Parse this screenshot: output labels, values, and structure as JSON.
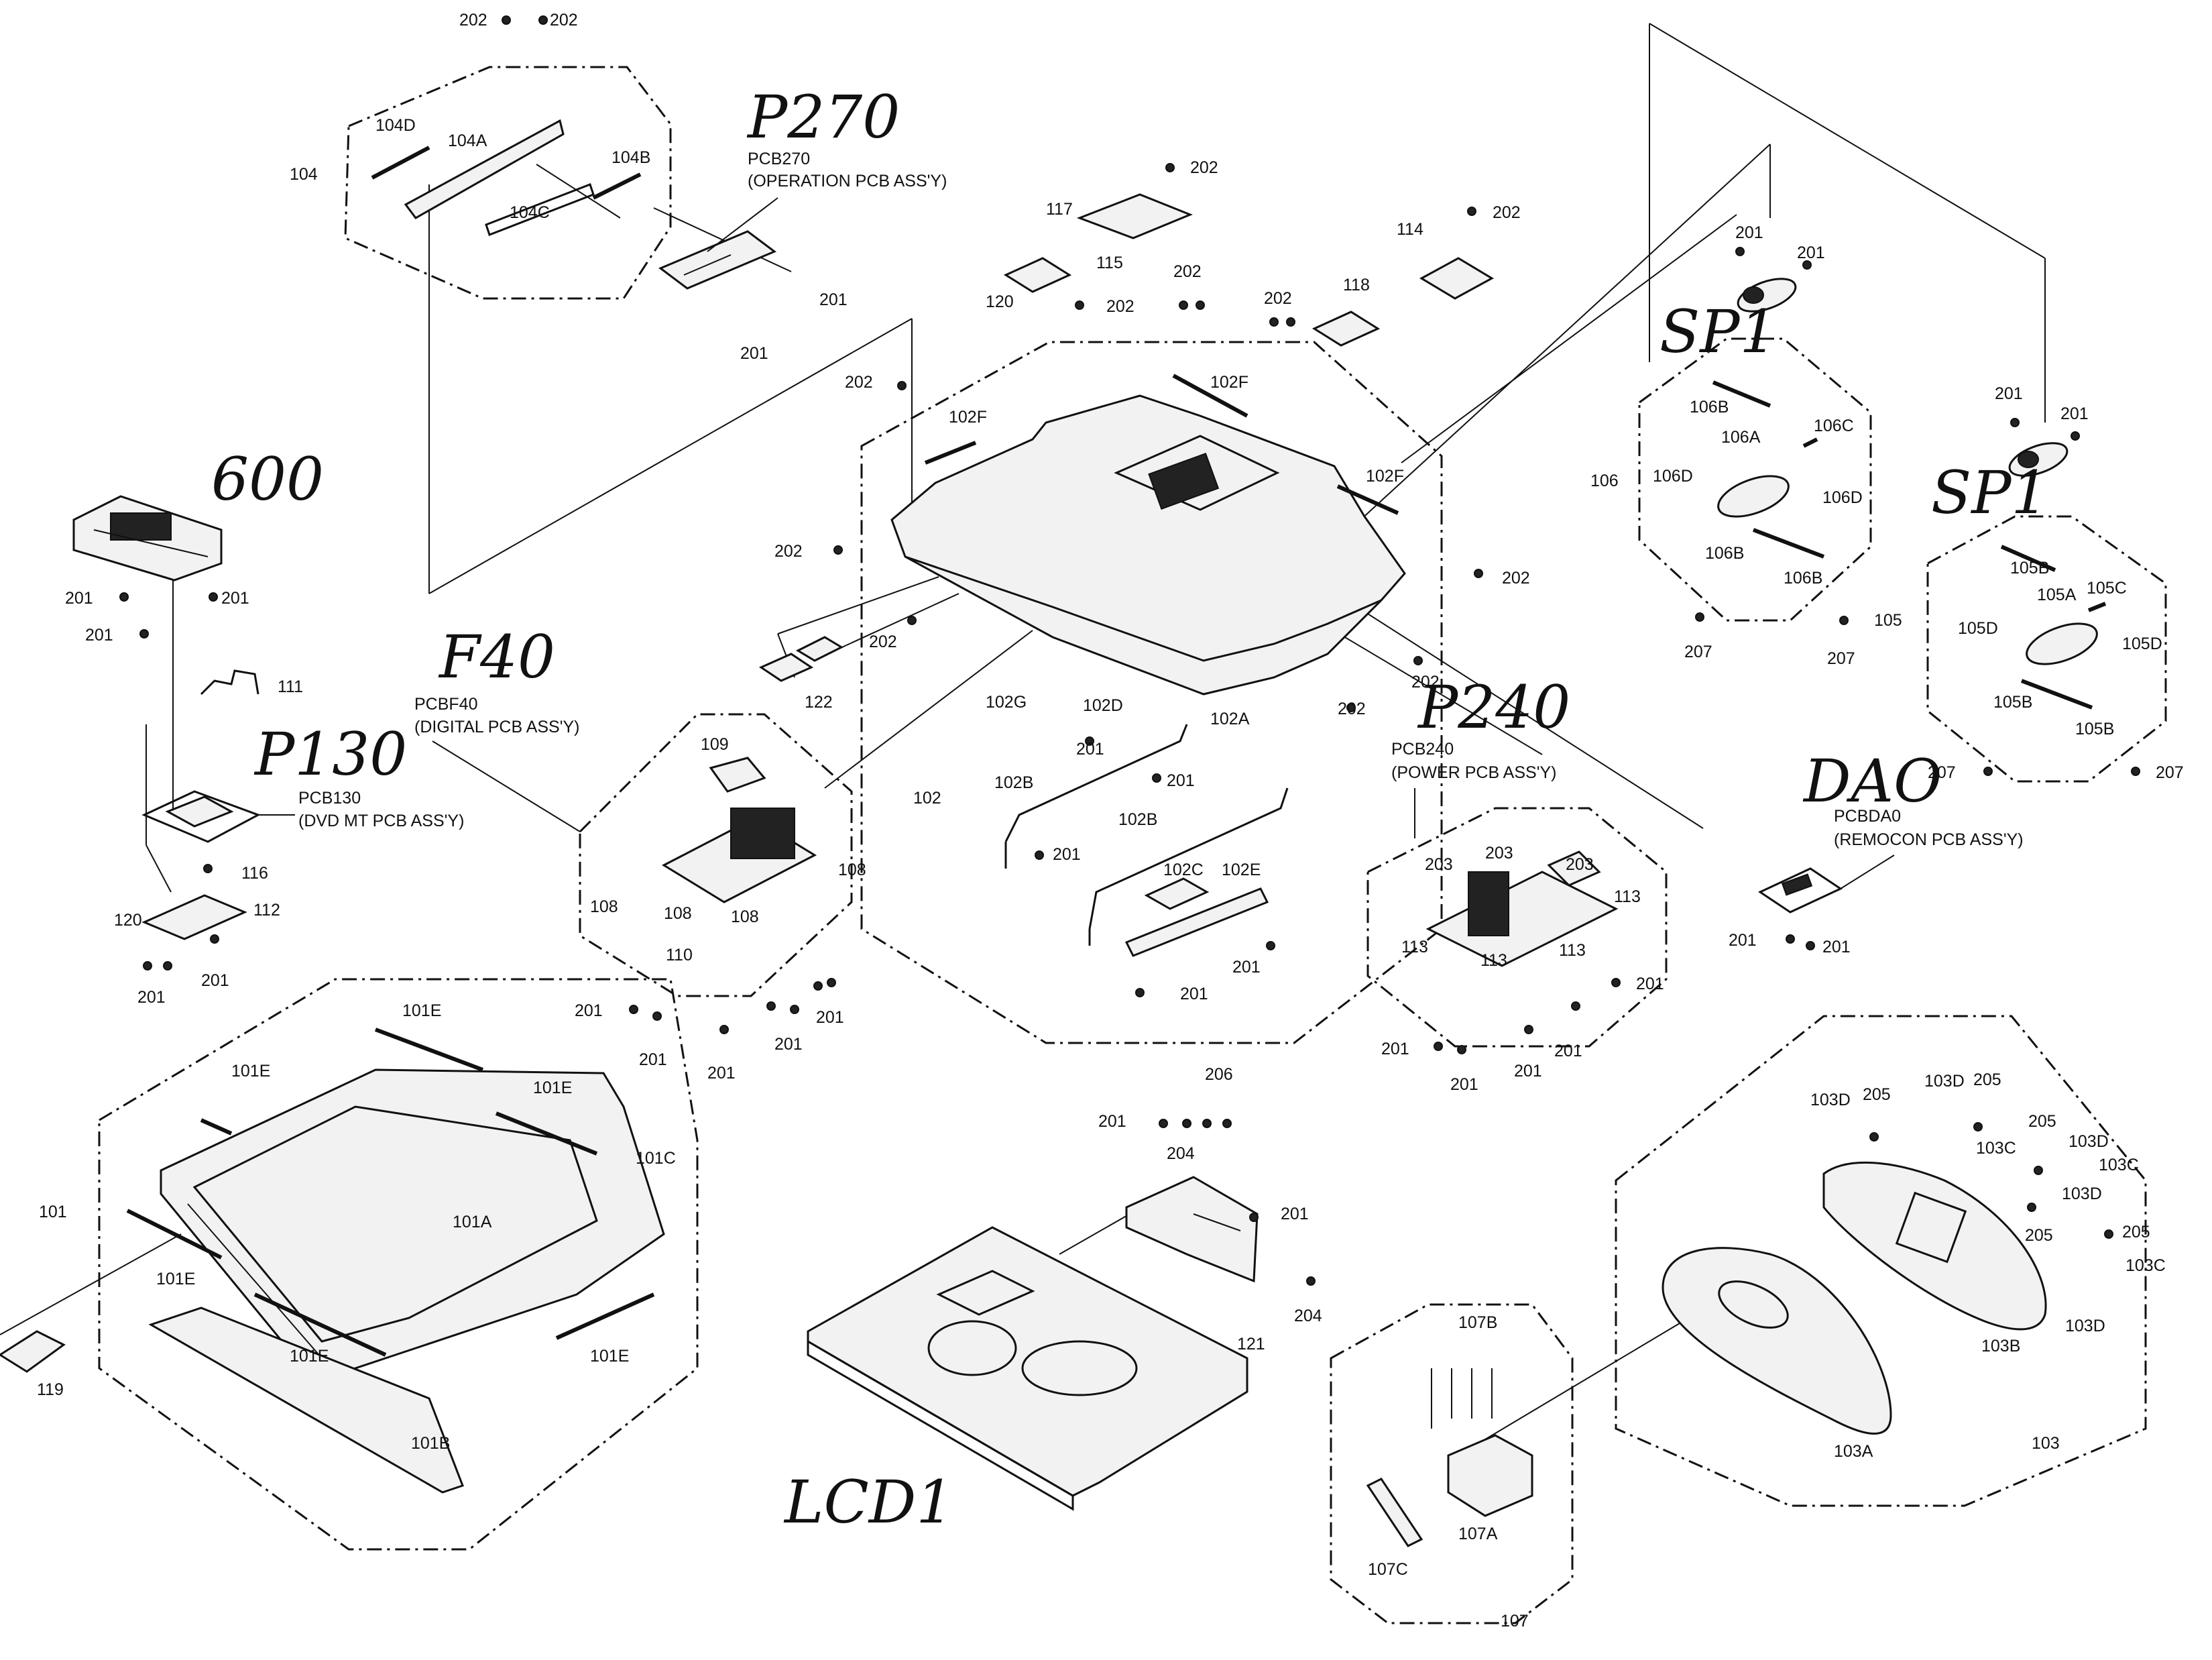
{
  "assembly_titles": {
    "p270": "P270",
    "f40": "F40",
    "p130": "P130",
    "p240": "P240",
    "dao": "DAO",
    "lcd1": "LCD1",
    "sp1_left": "SP1",
    "sp1_right": "SP1",
    "unit_600": "600"
  },
  "pcb_labels": {
    "pcb270": [
      "PCB270",
      "(OPERATION PCB ASS'Y)"
    ],
    "pcbf40": [
      "PCBF40",
      "(DIGITAL PCB ASS'Y)"
    ],
    "pcb130": [
      "PCB130",
      "(DVD MT PCB ASS'Y)"
    ],
    "pcb240": [
      "PCB240",
      "(POWER PCB ASS'Y)"
    ],
    "pcbda0": [
      "PCBDA0",
      "(REMOCON PCB ASS'Y)"
    ]
  },
  "callouts": [
    {
      "id": "c1",
      "text": "202"
    },
    {
      "id": "c2",
      "text": "202"
    },
    {
      "id": "c3",
      "text": "104D"
    },
    {
      "id": "c4",
      "text": "104A"
    },
    {
      "id": "c5",
      "text": "104"
    },
    {
      "id": "c6",
      "text": "104B"
    },
    {
      "id": "c7",
      "text": "104C"
    },
    {
      "id": "c8",
      "text": "201"
    },
    {
      "id": "c9",
      "text": "201"
    },
    {
      "id": "c10",
      "text": "201"
    },
    {
      "id": "c11",
      "text": "201"
    },
    {
      "id": "c12",
      "text": "201"
    },
    {
      "id": "c13",
      "text": "111"
    },
    {
      "id": "c14",
      "text": "116"
    },
    {
      "id": "c15",
      "text": "120"
    },
    {
      "id": "c16",
      "text": "112"
    },
    {
      "id": "c17",
      "text": "201"
    },
    {
      "id": "c18",
      "text": "201"
    },
    {
      "id": "c19",
      "text": "109"
    },
    {
      "id": "c20",
      "text": "108"
    },
    {
      "id": "c21",
      "text": "108"
    },
    {
      "id": "c22",
      "text": "108"
    },
    {
      "id": "c23",
      "text": "108"
    },
    {
      "id": "c24",
      "text": "110"
    },
    {
      "id": "c25",
      "text": "201"
    },
    {
      "id": "c26",
      "text": "201"
    },
    {
      "id": "c27",
      "text": "201"
    },
    {
      "id": "c28",
      "text": "201"
    },
    {
      "id": "c29",
      "text": "201"
    },
    {
      "id": "c30",
      "text": "117"
    },
    {
      "id": "c31",
      "text": "115"
    },
    {
      "id": "c32",
      "text": "202"
    },
    {
      "id": "c33",
      "text": "120"
    },
    {
      "id": "c34",
      "text": "202"
    },
    {
      "id": "c35",
      "text": "202"
    },
    {
      "id": "c36",
      "text": "202"
    },
    {
      "id": "c37",
      "text": "114"
    },
    {
      "id": "c38",
      "text": "202"
    },
    {
      "id": "c39",
      "text": "118"
    },
    {
      "id": "c40",
      "text": "202"
    },
    {
      "id": "c41",
      "text": "102F"
    },
    {
      "id": "c42",
      "text": "102F"
    },
    {
      "id": "c43",
      "text": "102F"
    },
    {
      "id": "c44",
      "text": "202"
    },
    {
      "id": "c45",
      "text": "202"
    },
    {
      "id": "c46",
      "text": "122"
    },
    {
      "id": "c47",
      "text": "102G"
    },
    {
      "id": "c48",
      "text": "102D"
    },
    {
      "id": "c49",
      "text": "201"
    },
    {
      "id": "c50",
      "text": "202"
    },
    {
      "id": "c51",
      "text": "102A"
    },
    {
      "id": "c52",
      "text": "202"
    },
    {
      "id": "c53",
      "text": "202"
    },
    {
      "id": "c54",
      "text": "102"
    },
    {
      "id": "c55",
      "text": "102B"
    },
    {
      "id": "c56",
      "text": "201"
    },
    {
      "id": "c57",
      "text": "201"
    },
    {
      "id": "c58",
      "text": "102B"
    },
    {
      "id": "c59",
      "text": "102C"
    },
    {
      "id": "c60",
      "text": "102E"
    },
    {
      "id": "c61",
      "text": "201"
    },
    {
      "id": "c62",
      "text": "201"
    },
    {
      "id": "c63",
      "text": "201"
    },
    {
      "id": "c64",
      "text": "201"
    },
    {
      "id": "c65",
      "text": "106B"
    },
    {
      "id": "c66",
      "text": "106A"
    },
    {
      "id": "c67",
      "text": "106C"
    },
    {
      "id": "c68",
      "text": "106"
    },
    {
      "id": "c69",
      "text": "106D"
    },
    {
      "id": "c70",
      "text": "106D"
    },
    {
      "id": "c71",
      "text": "106B"
    },
    {
      "id": "c72",
      "text": "106B"
    },
    {
      "id": "c73",
      "text": "207"
    },
    {
      "id": "c74",
      "text": "207"
    },
    {
      "id": "c75",
      "text": "201"
    },
    {
      "id": "c76",
      "text": "201"
    },
    {
      "id": "c77",
      "text": "105B"
    },
    {
      "id": "c78",
      "text": "105A"
    },
    {
      "id": "c79",
      "text": "105C"
    },
    {
      "id": "c80",
      "text": "105"
    },
    {
      "id": "c81",
      "text": "105D"
    },
    {
      "id": "c82",
      "text": "105D"
    },
    {
      "id": "c83",
      "text": "105B"
    },
    {
      "id": "c84",
      "text": "105B"
    },
    {
      "id": "c85",
      "text": "207"
    },
    {
      "id": "c86",
      "text": "207"
    },
    {
      "id": "c87",
      "text": "203"
    },
    {
      "id": "c88",
      "text": "203"
    },
    {
      "id": "c89",
      "text": "203"
    },
    {
      "id": "c90",
      "text": "113"
    },
    {
      "id": "c91",
      "text": "113"
    },
    {
      "id": "c92",
      "text": "113"
    },
    {
      "id": "c93",
      "text": "113"
    },
    {
      "id": "c94",
      "text": "201"
    },
    {
      "id": "c95",
      "text": "201"
    },
    {
      "id": "c96",
      "text": "201"
    },
    {
      "id": "c97",
      "text": "201"
    },
    {
      "id": "c98",
      "text": "201"
    },
    {
      "id": "c99",
      "text": "201"
    },
    {
      "id": "c100",
      "text": "201"
    },
    {
      "id": "c101",
      "text": "101E"
    },
    {
      "id": "c102",
      "text": "101E"
    },
    {
      "id": "c103",
      "text": "101E"
    },
    {
      "id": "c104",
      "text": "101C"
    },
    {
      "id": "c105",
      "text": "101"
    },
    {
      "id": "c106",
      "text": "101A"
    },
    {
      "id": "c107",
      "text": "101E"
    },
    {
      "id": "c108",
      "text": "101E"
    },
    {
      "id": "c109",
      "text": "101E"
    },
    {
      "id": "c110",
      "text": "101B"
    },
    {
      "id": "c111",
      "text": "119"
    },
    {
      "id": "c112",
      "text": "206"
    },
    {
      "id": "c113",
      "text": "201"
    },
    {
      "id": "c114",
      "text": "204"
    },
    {
      "id": "c115",
      "text": "201"
    },
    {
      "id": "c116",
      "text": "204"
    },
    {
      "id": "c117",
      "text": "121"
    },
    {
      "id": "c118",
      "text": "107B"
    },
    {
      "id": "c119",
      "text": "107A"
    },
    {
      "id": "c120",
      "text": "107C"
    },
    {
      "id": "c121",
      "text": "107"
    },
    {
      "id": "c122",
      "text": "103D"
    },
    {
      "id": "c123",
      "text": "205"
    },
    {
      "id": "c124",
      "text": "103D"
    },
    {
      "id": "c125",
      "text": "205"
    },
    {
      "id": "c126",
      "text": "205"
    },
    {
      "id": "c127",
      "text": "103C"
    },
    {
      "id": "c128",
      "text": "103D"
    },
    {
      "id": "c129",
      "text": "103C"
    },
    {
      "id": "c130",
      "text": "103D"
    },
    {
      "id": "c131",
      "text": "205"
    },
    {
      "id": "c132",
      "text": "205"
    },
    {
      "id": "c133",
      "text": "103C"
    },
    {
      "id": "c134",
      "text": "103D"
    },
    {
      "id": "c135",
      "text": "103B"
    },
    {
      "id": "c136",
      "text": "103A"
    },
    {
      "id": "c137",
      "text": "103"
    }
  ]
}
